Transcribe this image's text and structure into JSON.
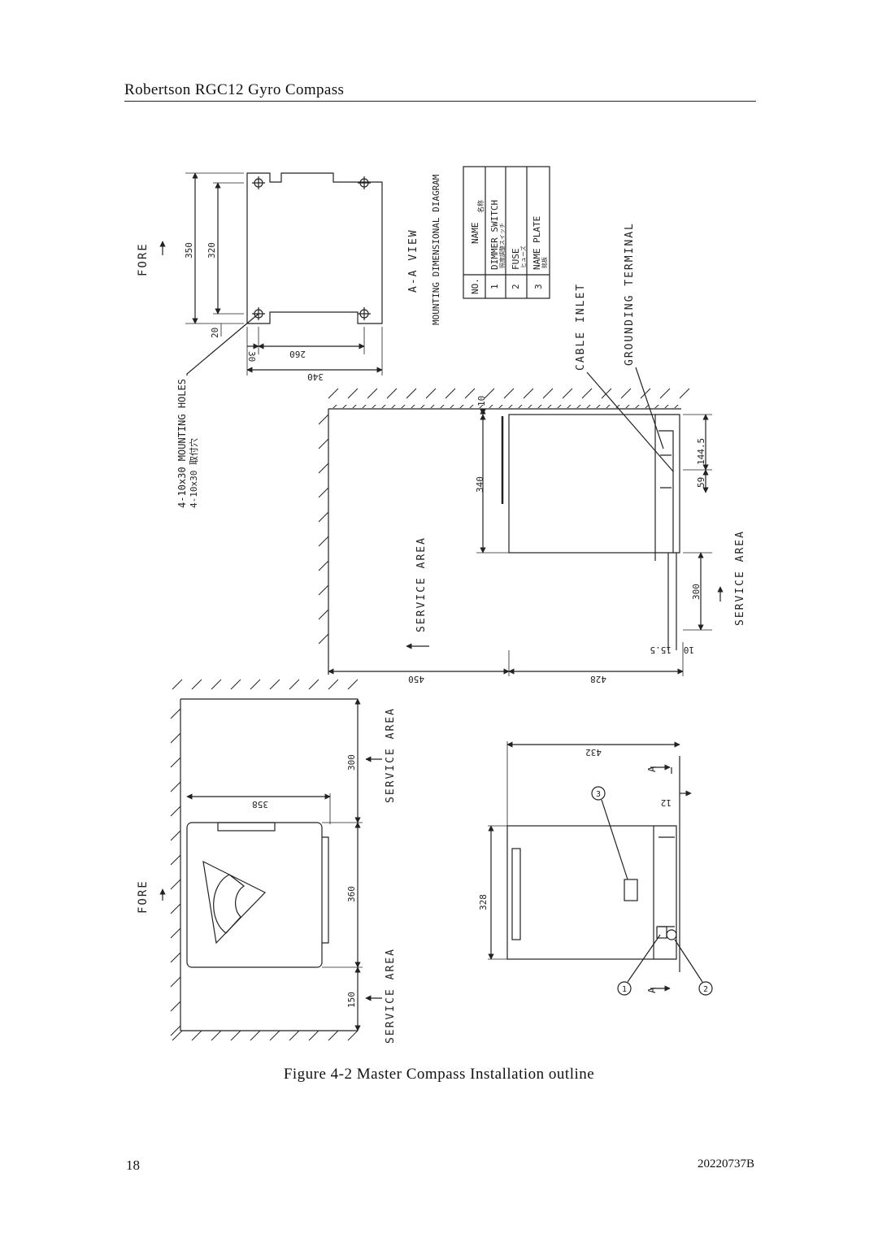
{
  "header": {
    "title": "Robertson RGC12 Gyro Compass"
  },
  "figure": {
    "caption": "Figure 4-2 Master Compass Installation outline",
    "labels": {
      "fore": "FORE",
      "a_a_view": "A-A VIEW",
      "mounting_dimensional_diagram": "MOUNTING DIMENSIONAL DIAGRAM",
      "mounting_holes": "4-10x30 MOUNTING HOLES",
      "mounting_holes_alt": "4-10x30 取付穴",
      "service_area": "SERVICE AREA",
      "cable_inlet": "CABLE INLET",
      "grounding_terminal": "GROUNDING TERMINAL",
      "section_marker": "A"
    },
    "parts_table": {
      "header": {
        "no": "NO.",
        "name": "NAME",
        "name_alt": "名称"
      },
      "rows": [
        {
          "no": "1",
          "name": "DIMMER SWITCH",
          "name_alt": "照度調整スイッチ"
        },
        {
          "no": "2",
          "name": "FUSE",
          "name_alt": "ヒューズ"
        },
        {
          "no": "3",
          "name": "NAME PLATE",
          "name_alt": "銘板"
        }
      ]
    },
    "dimensions": {
      "top_view": [
        "350",
        "320",
        "20",
        "30",
        "260",
        "340"
      ],
      "side_view": [
        "10",
        "340",
        "144.5",
        "59",
        "300",
        "10",
        "15.5",
        "450",
        "428"
      ],
      "plan_view": [
        "300",
        "358",
        "360",
        "150"
      ],
      "front_view": [
        "432",
        "12",
        "328"
      ]
    },
    "callouts": [
      "1",
      "2",
      "3"
    ]
  },
  "footer": {
    "page_number": "18",
    "doc_code": "20220737B"
  }
}
